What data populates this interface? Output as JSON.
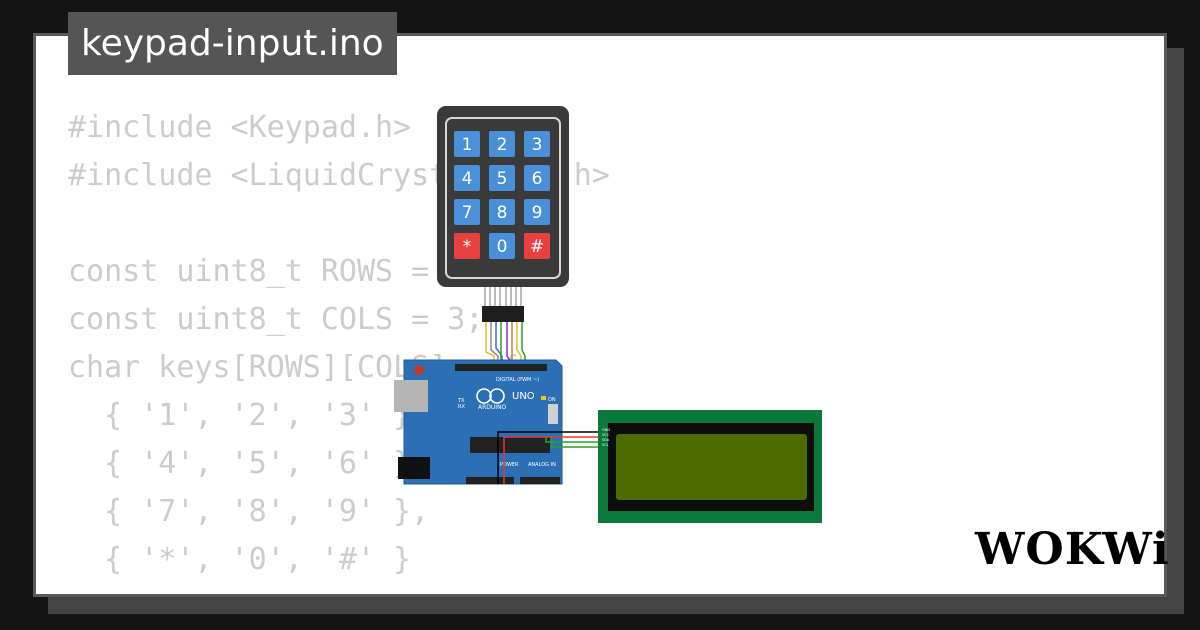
{
  "file_tab": {
    "filename": "keypad-input.ino"
  },
  "code_lines": [
    "#include <Keypad.h>",
    "#include <LiquidCrystal_I2C.h>",
    "",
    "const uint8_t ROWS = 4;",
    "const uint8_t COLS = 3;",
    "char keys[ROWS][COLS] = {",
    "  { '1', '2', '3' },",
    "  { '4', '5', '6' },",
    "  { '7', '8', '9' },",
    "  { '*', '0', '#' }",
    "};"
  ],
  "keypad": {
    "keys": [
      "1",
      "2",
      "3",
      "4",
      "5",
      "6",
      "7",
      "8",
      "9",
      "*",
      "0",
      "#"
    ],
    "key_color": "#4a90d9",
    "special_key_color": "#e84040"
  },
  "arduino": {
    "brand": "ARDUINO",
    "model": "UNO",
    "label_digital": "DIGITAL (PWM ~)",
    "label_analog": "ANALOG IN",
    "label_power": "POWER",
    "label_tx": "TX",
    "label_rx": "RX",
    "label_on": "ON",
    "board_color": "#2b6fb5"
  },
  "lcd": {
    "frame_color": "#0a7a3c",
    "screen_color": "#4d6b00",
    "pins": [
      "GND",
      "VCC",
      "SDA",
      "SCL"
    ]
  },
  "brand_logo": {
    "text": "WOKWi"
  }
}
